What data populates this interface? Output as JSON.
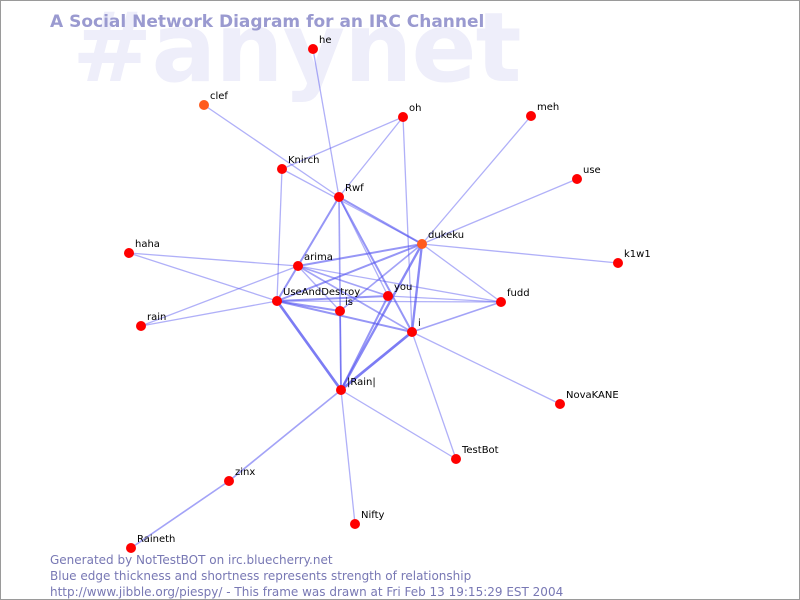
{
  "watermark": "#anynet",
  "title": "A Social Network Diagram for an IRC Channel",
  "footer": {
    "line1": "Generated by NotTestBOT on irc.bluecherry.net",
    "line2": "Blue edge thickness and shortness represents strength of relationship",
    "line3": "http://www.jibble.org/piespy/ - This frame was drawn at Fri Feb 13 19:15:29 EST 2004"
  },
  "colors": {
    "node": "#ff0000",
    "node_recent": "#ff5a1e",
    "edge": "#5050f0",
    "title": "#9a9ad0"
  },
  "nodes": [
    {
      "id": "he",
      "label": "he"
    },
    {
      "id": "clef",
      "label": "clef",
      "recent": true
    },
    {
      "id": "oh",
      "label": "oh"
    },
    {
      "id": "meh",
      "label": "meh"
    },
    {
      "id": "Knirch",
      "label": "Knirch"
    },
    {
      "id": "use",
      "label": "use"
    },
    {
      "id": "Rwf",
      "label": "Rwf"
    },
    {
      "id": "dukeku",
      "label": "dukeku",
      "recent": true
    },
    {
      "id": "haha",
      "label": "haha"
    },
    {
      "id": "k1w1",
      "label": "k1w1"
    },
    {
      "id": "arima",
      "label": "arima"
    },
    {
      "id": "UseAndDestroy",
      "label": "UseAndDestroy"
    },
    {
      "id": "you",
      "label": "you"
    },
    {
      "id": "fudd",
      "label": "fudd"
    },
    {
      "id": "is",
      "label": "is"
    },
    {
      "id": "rain",
      "label": "rain"
    },
    {
      "id": "i",
      "label": "i"
    },
    {
      "id": "Rain",
      "label": "|Rain|"
    },
    {
      "id": "NovaKANE",
      "label": "NovaKANE"
    },
    {
      "id": "TestBot",
      "label": "TestBot"
    },
    {
      "id": "zinx",
      "label": "zinx"
    },
    {
      "id": "Nifty",
      "label": "Nifty"
    },
    {
      "id": "Raineth",
      "label": "Raineth"
    }
  ],
  "edges": [
    {
      "from": "he",
      "to": "Rwf",
      "weight": 1
    },
    {
      "from": "clef",
      "to": "Rwf",
      "weight": 1
    },
    {
      "from": "oh",
      "to": "Knirch",
      "weight": 1
    },
    {
      "from": "oh",
      "to": "Rwf",
      "weight": 1
    },
    {
      "from": "oh",
      "to": "i",
      "weight": 1
    },
    {
      "from": "meh",
      "to": "dukeku",
      "weight": 1
    },
    {
      "from": "use",
      "to": "dukeku",
      "weight": 1
    },
    {
      "from": "k1w1",
      "to": "dukeku",
      "weight": 1
    },
    {
      "from": "Knirch",
      "to": "UseAndDestroy",
      "weight": 1
    },
    {
      "from": "Knirch",
      "to": "dukeku",
      "weight": 1
    },
    {
      "from": "Rwf",
      "to": "dukeku",
      "weight": 2
    },
    {
      "from": "Rwf",
      "to": "UseAndDestroy",
      "weight": 2
    },
    {
      "from": "Rwf",
      "to": "i",
      "weight": 2
    },
    {
      "from": "Rwf",
      "to": "Rain",
      "weight": 1.5
    },
    {
      "from": "Rwf",
      "to": "you",
      "weight": 1
    },
    {
      "from": "dukeku",
      "to": "arima",
      "weight": 2
    },
    {
      "from": "dukeku",
      "to": "UseAndDestroy",
      "weight": 2
    },
    {
      "from": "dukeku",
      "to": "Rain",
      "weight": 2.5
    },
    {
      "from": "dukeku",
      "to": "i",
      "weight": 2.5
    },
    {
      "from": "dukeku",
      "to": "fudd",
      "weight": 1
    },
    {
      "from": "dukeku",
      "to": "is",
      "weight": 1.5
    },
    {
      "from": "haha",
      "to": "UseAndDestroy",
      "weight": 1
    },
    {
      "from": "haha",
      "to": "arima",
      "weight": 1
    },
    {
      "from": "rain",
      "to": "UseAndDestroy",
      "weight": 1
    },
    {
      "from": "rain",
      "to": "arima",
      "weight": 1
    },
    {
      "from": "arima",
      "to": "you",
      "weight": 1.5
    },
    {
      "from": "arima",
      "to": "i",
      "weight": 1.5
    },
    {
      "from": "arima",
      "to": "fudd",
      "weight": 1
    },
    {
      "from": "arima",
      "to": "is",
      "weight": 1
    },
    {
      "from": "UseAndDestroy",
      "to": "you",
      "weight": 2
    },
    {
      "from": "UseAndDestroy",
      "to": "is",
      "weight": 2
    },
    {
      "from": "UseAndDestroy",
      "to": "i",
      "weight": 2
    },
    {
      "from": "UseAndDestroy",
      "to": "Rain",
      "weight": 3
    },
    {
      "from": "UseAndDestroy",
      "to": "fudd",
      "weight": 1
    },
    {
      "from": "you",
      "to": "fudd",
      "weight": 1
    },
    {
      "from": "you",
      "to": "Rain",
      "weight": 2
    },
    {
      "from": "is",
      "to": "Rain",
      "weight": 1.5
    },
    {
      "from": "i",
      "to": "Rain",
      "weight": 3
    },
    {
      "from": "i",
      "to": "fudd",
      "weight": 1.5
    },
    {
      "from": "i",
      "to": "NovaKANE",
      "weight": 1
    },
    {
      "from": "i",
      "to": "TestBot",
      "weight": 1
    },
    {
      "from": "Rain",
      "to": "TestBot",
      "weight": 1
    },
    {
      "from": "Rain",
      "to": "zinx",
      "weight": 1.5
    },
    {
      "from": "Rain",
      "to": "Nifty",
      "weight": 1
    },
    {
      "from": "zinx",
      "to": "Raineth",
      "weight": 1.5
    }
  ]
}
